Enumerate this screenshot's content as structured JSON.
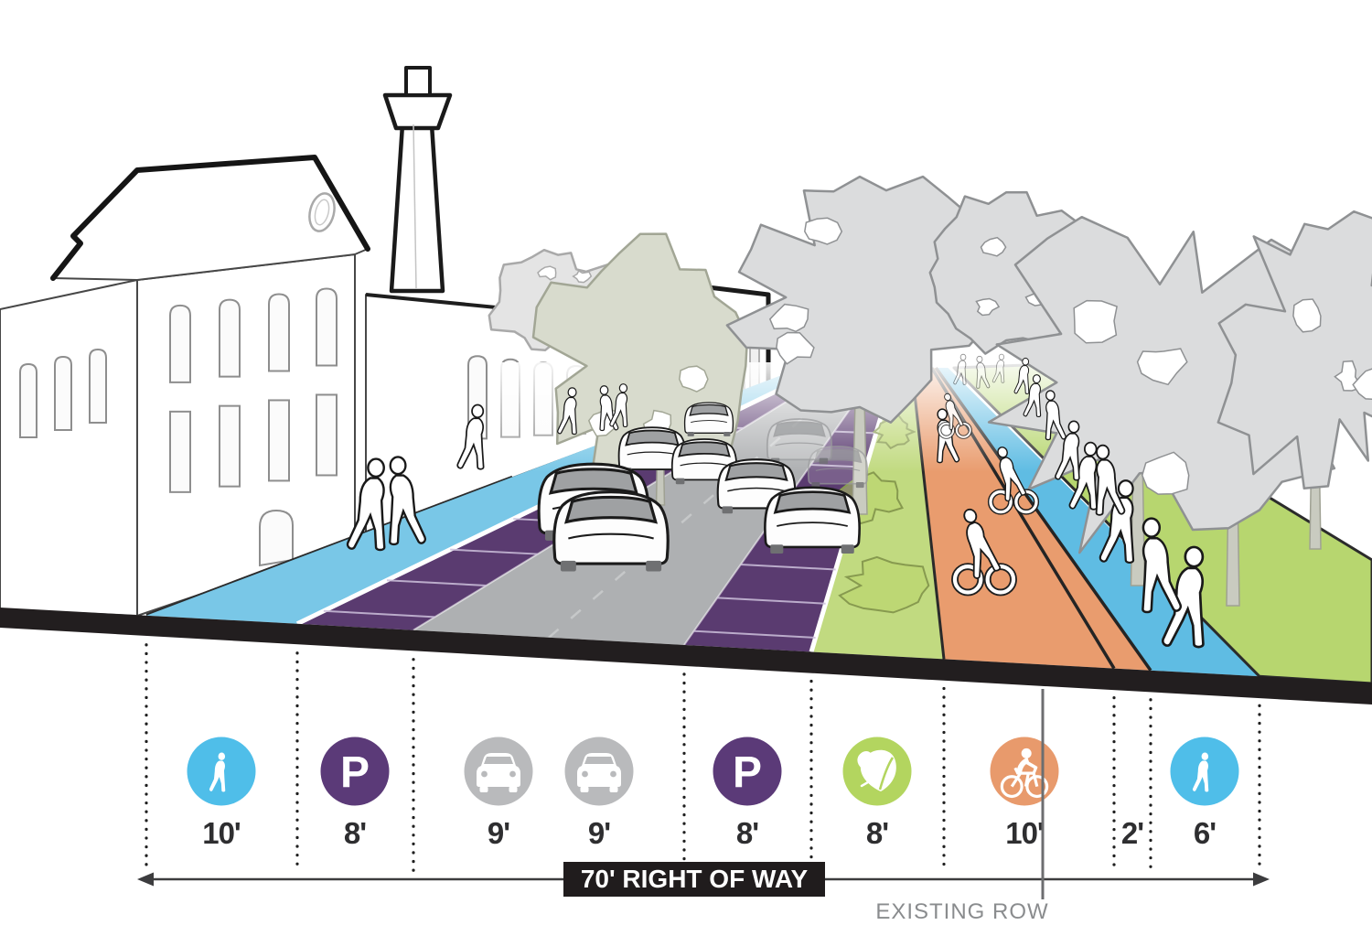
{
  "street": {
    "right_of_way_label": "70' RIGHT OF WAY",
    "existing_row_label": "EXISTING ROW",
    "segments": [
      {
        "width_label": "10'",
        "use": "sidewalk",
        "icon": "pedestrian-icon",
        "color": "#4FBEE9"
      },
      {
        "width_label": "8'",
        "use": "parking-lane",
        "icon": "parking-icon",
        "color": "#5B3A78"
      },
      {
        "width_label": "9'",
        "use": "travel-lane",
        "icon": "car-icon",
        "color": "#B9BABC"
      },
      {
        "width_label": "9'",
        "use": "travel-lane",
        "icon": "car-icon",
        "color": "#B9BABC"
      },
      {
        "width_label": "8'",
        "use": "parking-lane",
        "icon": "parking-icon",
        "color": "#5B3A78"
      },
      {
        "width_label": "8'",
        "use": "planting-strip",
        "icon": "leaf-icon",
        "color": "#B3D55F"
      },
      {
        "width_label": "10'",
        "use": "bike-lane",
        "icon": "bike-icon",
        "color": "#E89A6C"
      },
      {
        "width_label": "2'",
        "use": "buffer",
        "icon": null,
        "color": null
      },
      {
        "width_label": "6'",
        "use": "sidewalk",
        "icon": "pedestrian-icon",
        "color": "#4FBEE9"
      }
    ]
  }
}
